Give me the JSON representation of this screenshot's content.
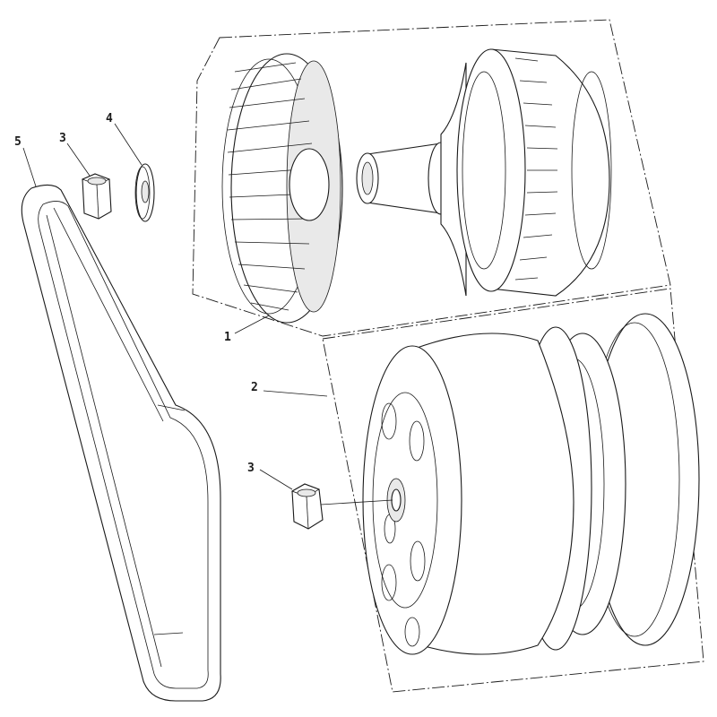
{
  "callouts": {
    "part_1": "1",
    "part_2": "2",
    "part_3_top": "3",
    "part_3_bottom": "3",
    "part_4": "4",
    "part_5": "5"
  }
}
